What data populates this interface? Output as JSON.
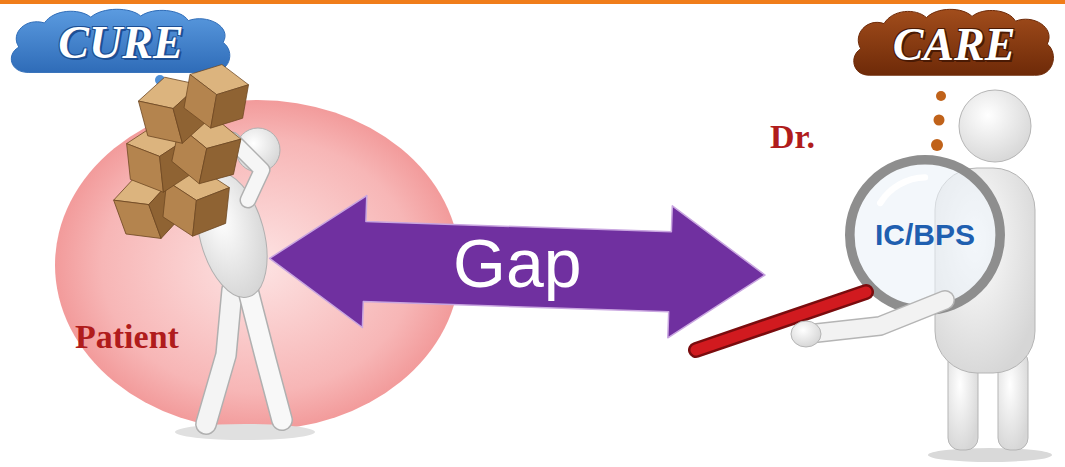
{
  "diagram": {
    "nodes": [
      {
        "text": [
          "CURE"
        ]
      },
      {
        "text": [
          "CARE"
        ]
      },
      {
        "text": [
          "Patient"
        ]
      },
      {
        "text": [
          "IC/BPS"
        ]
      }
    ],
    "edges": [
      {
        "from": 2,
        "to": 3,
        "arrow": "both",
        "label": "Gap"
      }
    ],
    "labels": [
      "Dr."
    ]
  }
}
